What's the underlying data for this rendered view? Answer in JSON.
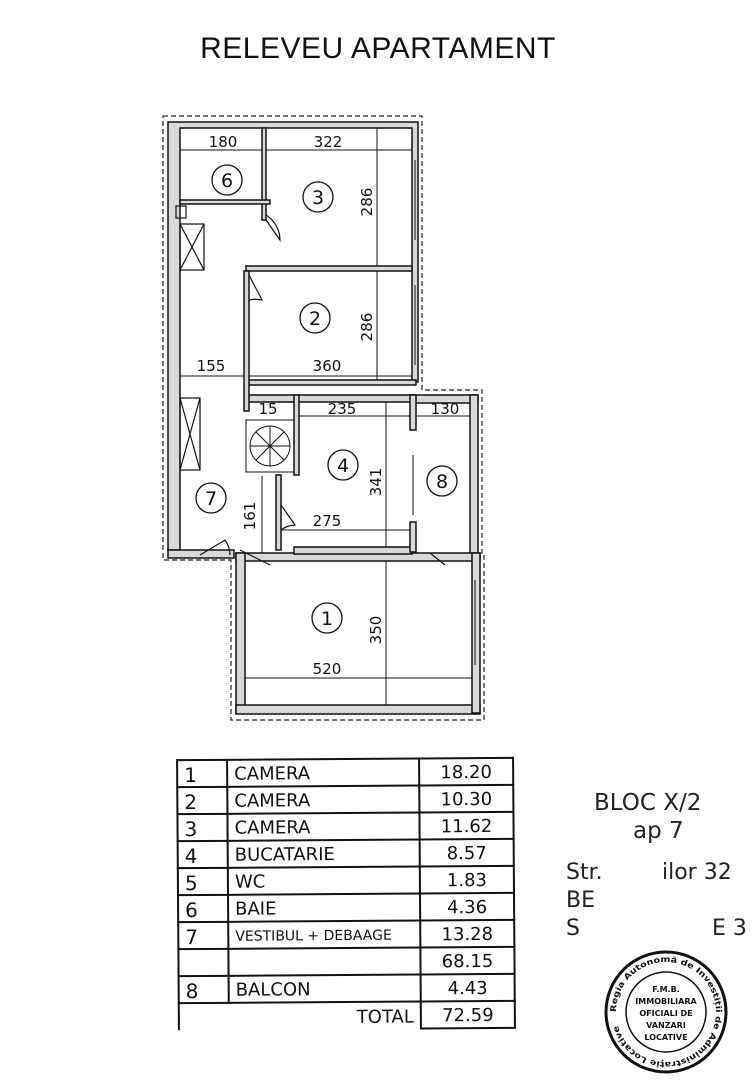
{
  "title": "RELEVEU APARTAMENT",
  "plan": {
    "rooms": [
      "1",
      "2",
      "3",
      "4",
      "6",
      "7",
      "8"
    ],
    "dimensions": {
      "d180": "180",
      "d322": "322",
      "d286a": "286",
      "d286b": "286",
      "d155": "155",
      "d360": "360",
      "d15": "15",
      "d235": "235",
      "d130": "130",
      "d341": "341",
      "d275": "275",
      "d161": "161",
      "d350": "350",
      "d520": "520"
    }
  },
  "table": {
    "rows": [
      {
        "nr": "1",
        "name": "CAMERA",
        "area": "18.20"
      },
      {
        "nr": "2",
        "name": "CAMERA",
        "area": "10.30"
      },
      {
        "nr": "3",
        "name": "CAMERA",
        "area": "11.62"
      },
      {
        "nr": "4",
        "name": "BUCATARIE",
        "area": "8.57"
      },
      {
        "nr": "5",
        "name": "WC",
        "area": "1.83"
      },
      {
        "nr": "6",
        "name": "BAIE",
        "area": "4.36"
      },
      {
        "nr": "7",
        "name": "VESTIBUL + DEBAAGE",
        "area": "13.28"
      }
    ],
    "subtotal": "68.15",
    "balcony": {
      "nr": "8",
      "name": "BALCON",
      "area": "4.43"
    },
    "total_label": "TOTAL",
    "total": "72.59"
  },
  "address": {
    "bloc": "BLOC  X/2",
    "ap": "ap  7",
    "street_start": "Str.",
    "street_end": "ilor  32",
    "line2_start": "BE",
    "line3_start": "S",
    "line3_end": "E  3"
  },
  "stamp": {
    "ring_text": "Regia Autonomă de Investiții de Administrație Locative",
    "lines": [
      "F.M.B.",
      "IMMOBILIARA",
      "OFICIALI DE",
      "VANZARI",
      "LOCATIVE"
    ],
    "color": "#1a1a1a"
  }
}
